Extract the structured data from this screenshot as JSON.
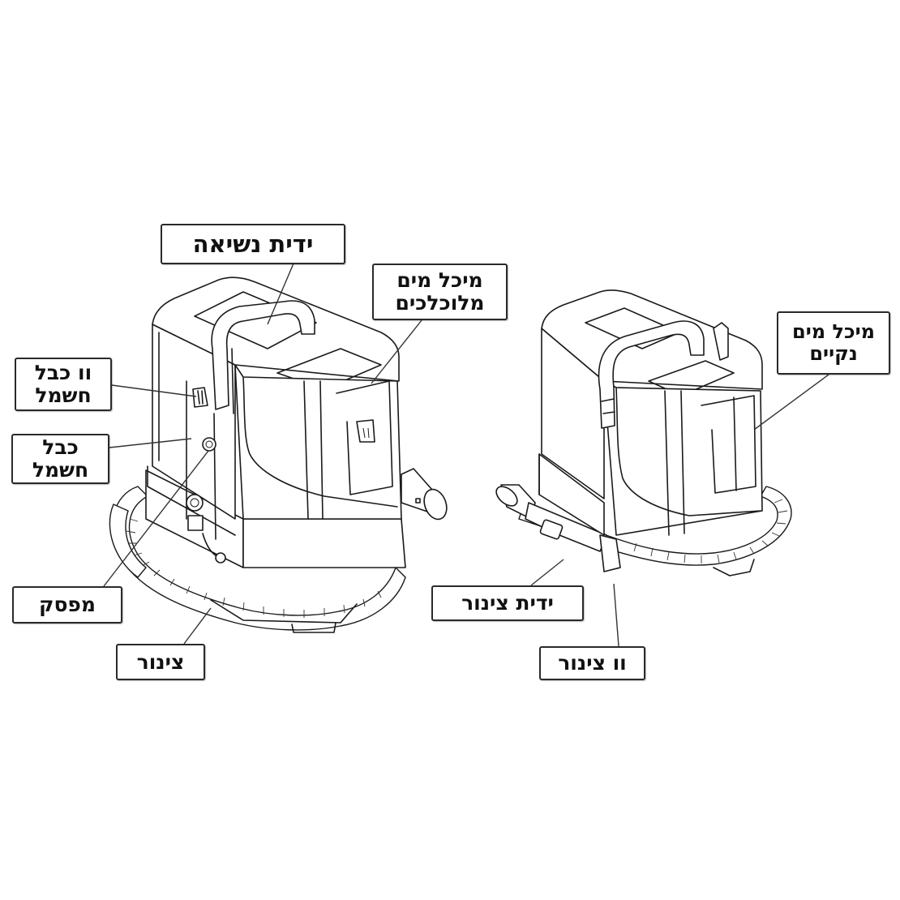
{
  "diagram": {
    "type": "labeled product illustration",
    "background": "#ffffff",
    "line_color": "#1a1a1a",
    "views": [
      {
        "id": "back-left-view",
        "description": "carpet spot cleaner, rear/left isometric view"
      },
      {
        "id": "front-right-view",
        "description": "carpet spot cleaner, front/right isometric view"
      }
    ]
  },
  "labels": {
    "carry_handle": {
      "lines": [
        "ידית נשיאה"
      ]
    },
    "dirty_water_tank": {
      "lines": [
        "מיכל מים",
        "מלוכלכים"
      ]
    },
    "cord_hook": {
      "lines": [
        "וו כבל",
        "חשמל"
      ]
    },
    "power_cord": {
      "lines": [
        "כבל",
        "חשמל"
      ]
    },
    "switch": {
      "lines": [
        "מפסק"
      ]
    },
    "hose": {
      "lines": [
        "צינור"
      ]
    },
    "clean_water_tank": {
      "lines": [
        "מיכל מים",
        "נקיים"
      ]
    },
    "hose_handle": {
      "lines": [
        "ידית צינור"
      ]
    },
    "hose_hook": {
      "lines": [
        "וו צינור"
      ]
    }
  }
}
